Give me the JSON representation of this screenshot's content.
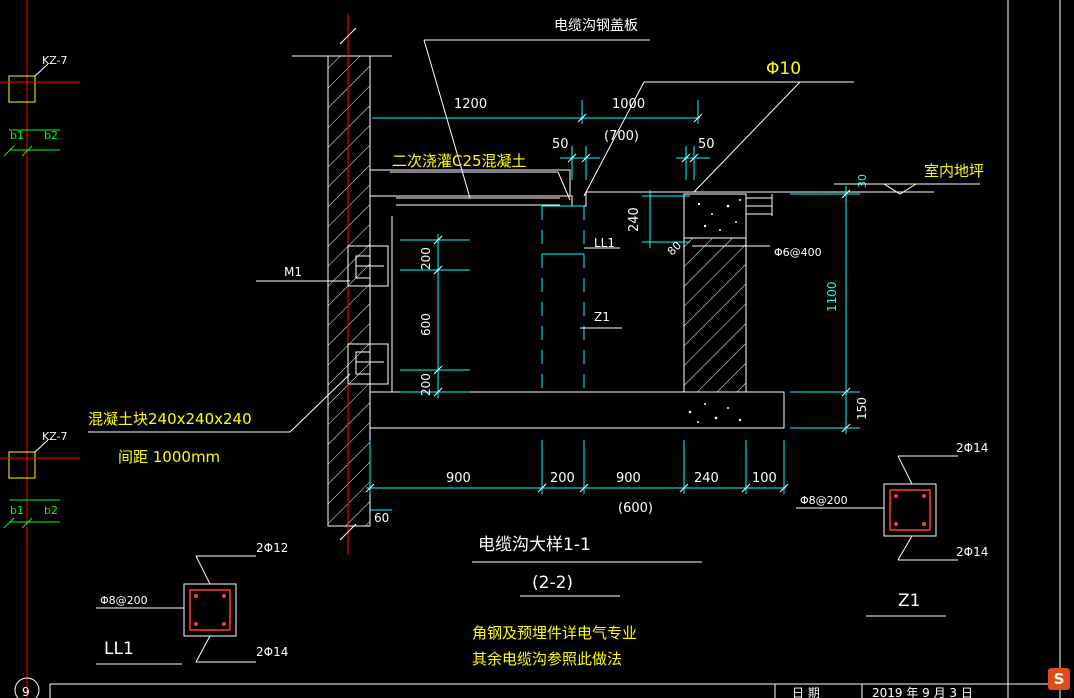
{
  "drawing": {
    "grid": {
      "column_label": "KZ-7",
      "b1": "b1",
      "b2": "b2",
      "axis_number": "9"
    },
    "labels": {
      "cover_plate": "电缆沟钢盖板",
      "phi10": "Φ10",
      "concrete": "二次浇灌C25混凝土",
      "indoor_floor": "室内地坪",
      "m1": "M1",
      "ll1": "LL1",
      "z1": "Z1",
      "stirrup_ring": "Φ6@400",
      "block": "混凝土块240x240x240",
      "spacing": "间距 1000mm",
      "view_title": "电缆沟大样1-1",
      "view_sub": "(2-2)",
      "note_1": "角钢及预埋件详电气专业",
      "note_2": "其余电缆沟参照此做法"
    },
    "dimensions": {
      "top_1200": "1200",
      "top_1000": "1000",
      "top_700": "(700)",
      "d50_left": "50",
      "d50_right": "50",
      "d30": "30",
      "d240_v": "240",
      "d80": "80",
      "d200_a": "200",
      "d600": "600",
      "d200_b": "200",
      "d1100": "1100",
      "d150": "150",
      "b900_a": "900",
      "b200": "200",
      "b900_b": "900",
      "b240": "240",
      "b100": "100",
      "b600": "(600)",
      "d60": "60"
    },
    "ll1_section": {
      "top": "2Φ12",
      "stirrup": "Φ8@200",
      "bottom": "2Φ14",
      "title": "LL1"
    },
    "z1_section": {
      "top": "2Φ14",
      "stirrup": "Φ8@200",
      "bottom": "2Φ14",
      "title": "Z1"
    },
    "title_block": {
      "label": "日 期",
      "date": "2019 年 9 月 3 日"
    },
    "watermark": "S"
  }
}
